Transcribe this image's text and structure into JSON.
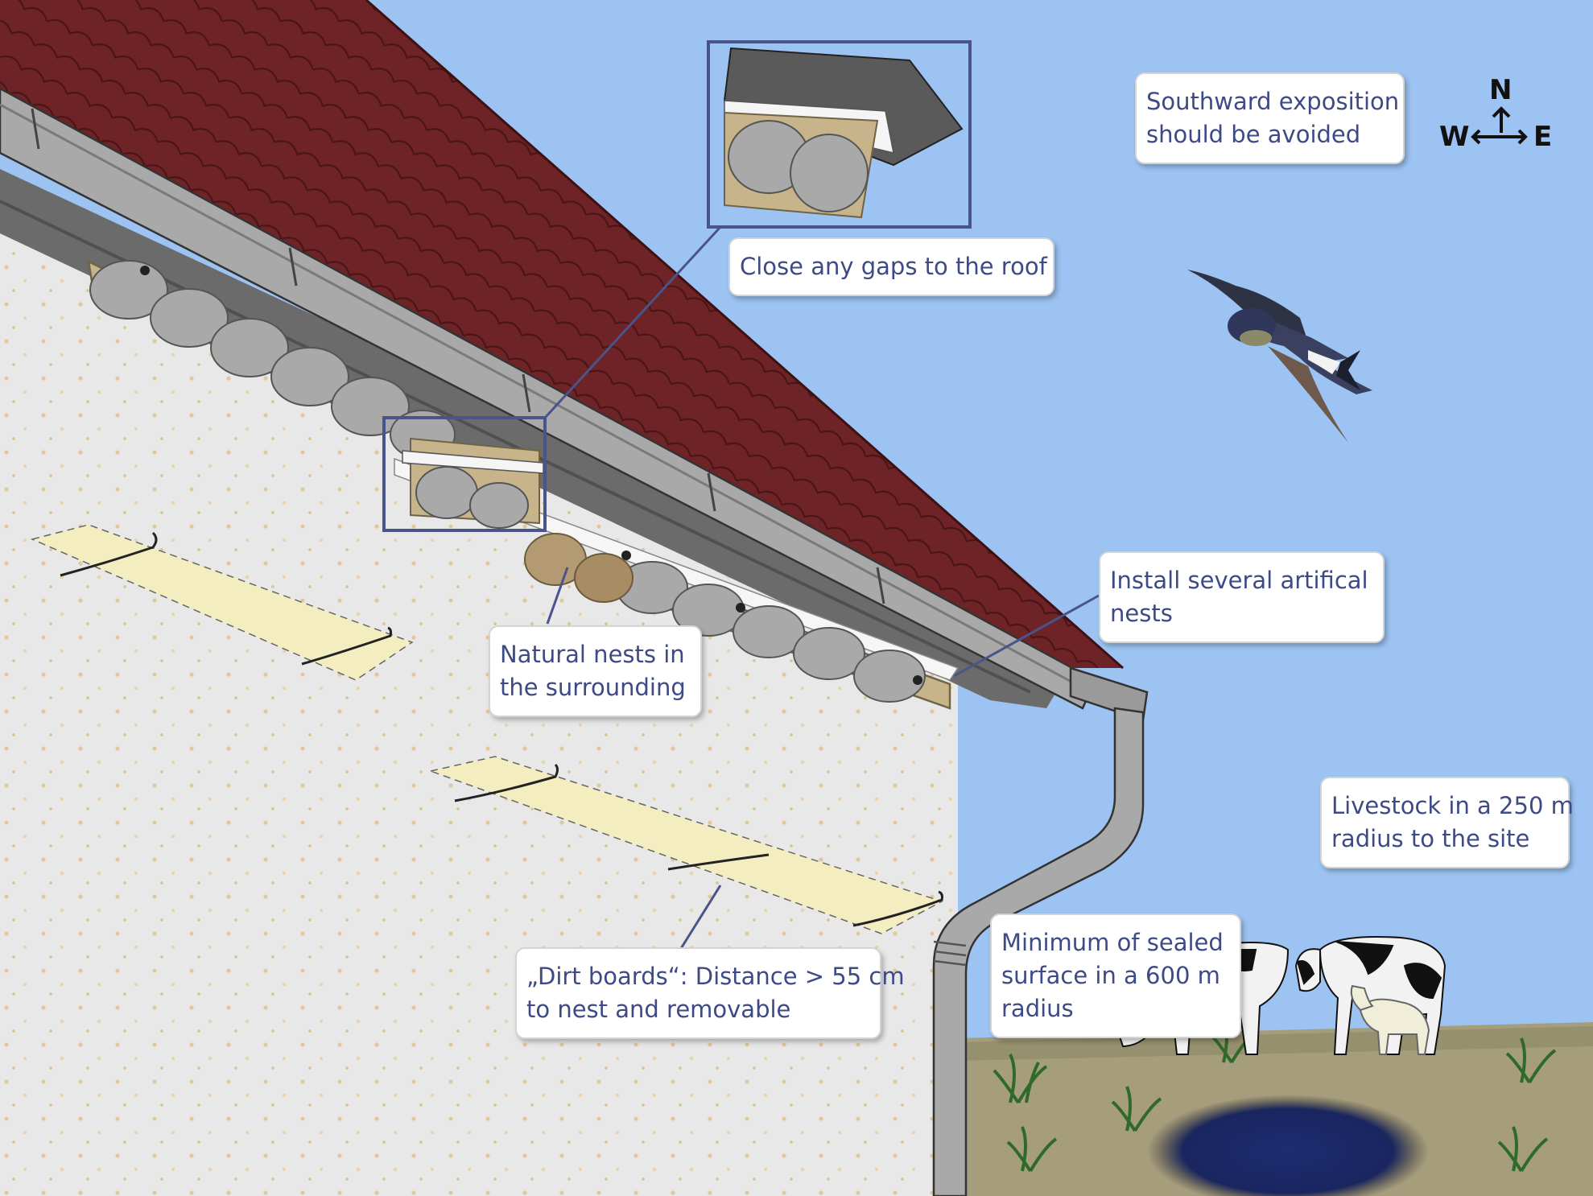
{
  "callouts": {
    "southward": {
      "lines": [
        "Southward exposition",
        "should be avoided"
      ]
    },
    "gaps": {
      "lines": [
        "Close any gaps to the roof"
      ]
    },
    "artificial": {
      "lines": [
        "Install several artifical",
        "nests"
      ]
    },
    "natural": {
      "lines": [
        "Natural nests in",
        "the surrounding"
      ]
    },
    "dirt": {
      "lines": [
        "„Dirt boards“: Distance > 55 cm",
        "to nest and removable"
      ]
    },
    "livestock": {
      "lines": [
        "Livestock in a 250 m",
        "radius to the site"
      ]
    },
    "sealed": {
      "lines": [
        "Minimum of sealed",
        "surface in a 600 m",
        "radius"
      ]
    }
  },
  "compass": {
    "n": "N",
    "w": "W",
    "e": "E"
  },
  "icons": [
    "compass-icon",
    "swallow-icon",
    "cow-icon",
    "goat-icon",
    "puddle-icon",
    "grass-icon"
  ],
  "colors": {
    "sky": "#9cc3f2",
    "roof": "#6e2426",
    "wall": "#e8e8e8",
    "gutter": "#a9a9a9",
    "callout_text": "#3d4a86",
    "leader_line": "#48548a"
  }
}
